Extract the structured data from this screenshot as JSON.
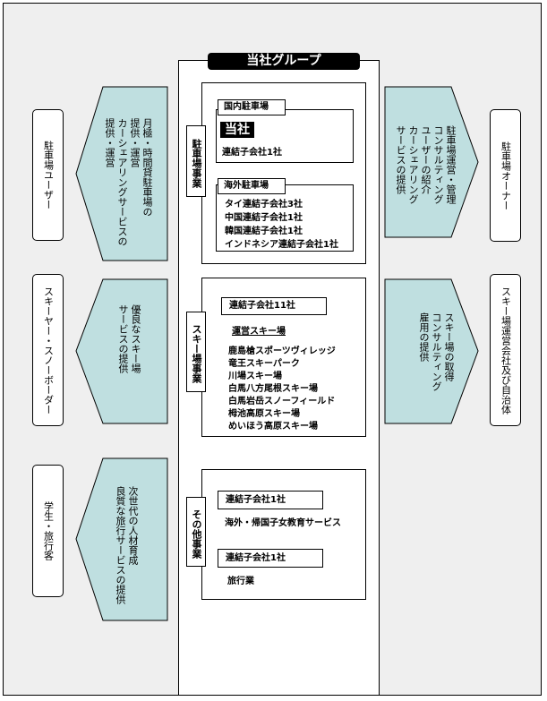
{
  "title": "当社グループ",
  "left_boxes": {
    "top": "駐車場ユーザー",
    "middle": "スキーヤー・スノーボーダー",
    "bottom": "学生・旅行客"
  },
  "right_boxes": {
    "top": "駐車場オーナー",
    "middle": "スキー場運営会社及び自治体"
  },
  "left_arrows": {
    "top": [
      "月極・時間貸駐車場の",
      "提供・運営",
      "カーシェアリングサービスの",
      "提供・運営"
    ],
    "middle": [
      "優良なスキー場",
      "サービスの提供"
    ],
    "bottom": [
      "次世代の人材育成",
      "良質な旅行サービスの提供"
    ]
  },
  "right_arrows": {
    "top": [
      "駐車場運営・管理",
      "コンサルティング",
      "ユーザーの紹介",
      "カーシェアリング",
      "サービスの提供"
    ],
    "middle": [
      "スキー場の取得",
      "コンサルティング",
      "雇用の提供"
    ]
  },
  "parking": {
    "label": "駐車場事業",
    "domestic": {
      "header": "国内駐車場",
      "company": "当社",
      "subsidiary": "連結子会社1社"
    },
    "overseas": {
      "header": "海外駐車場",
      "items": [
        "タイ連結子会社3社",
        "中国連結子会社1社",
        "韓国連結子会社1社",
        "インドネシア連結子会社1社"
      ]
    }
  },
  "ski": {
    "label": "スキー場事業",
    "subsidiaries": "連結子会社11社",
    "operating_header": "運営スキー場",
    "resorts": [
      "鹿島槍スポーツヴィレッジ",
      "竜王スキーパーク",
      "川場スキー場",
      "白馬八方尾根スキー場",
      "白馬岩岳スノーフィールド",
      "栂池高原スキー場",
      "めいほう高原スキー場"
    ]
  },
  "other": {
    "label": "その他事業",
    "sub1": "連結子会社1社",
    "sub1_desc": "海外・帰国子女教育サービス",
    "sub2": "連結子会社1社",
    "sub2_desc": "旅行業"
  },
  "colors": {
    "arrow_fill": "#bfdfe0",
    "background": "#efefef"
  }
}
